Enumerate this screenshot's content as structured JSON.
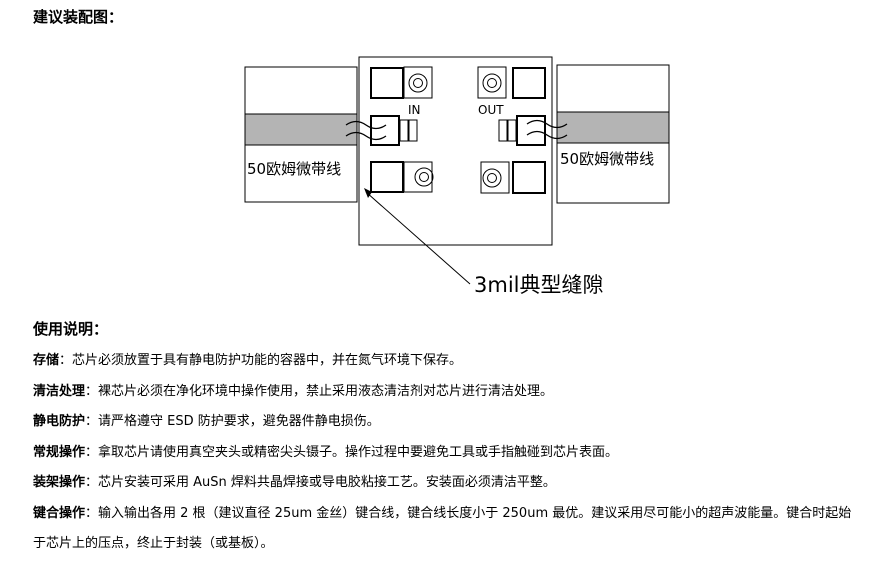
{
  "heading_assembly": "建议装配图：",
  "heading_usage": "使用说明：",
  "diagram": {
    "in_label": "IN",
    "out_label": "OUT",
    "microstrip_left": "50欧姆微带线",
    "microstrip_right": "50欧姆微带线",
    "gap_label": "3mil典型缝隙"
  },
  "notes": [
    {
      "key": "存储",
      "text": "：芯片必须放置于具有静电防护功能的容器中，并在氮气环境下保存。"
    },
    {
      "key": "清洁处理",
      "text": "：裸芯片必须在净化环境中操作使用，禁止采用液态清洁剂对芯片进行清洁处理。"
    },
    {
      "key": "静电防护",
      "text": "：请严格遵守 ESD 防护要求，避免器件静电损伤。"
    },
    {
      "key": "常规操作",
      "text": "：拿取芯片请使用真空夹头或精密尖头镊子。操作过程中要避免工具或手指触碰到芯片表面。"
    },
    {
      "key": "装架操作",
      "text": "：芯片安装可采用 AuSn 焊料共晶焊接或导电胶粘接工艺。安装面必须清洁平整。"
    },
    {
      "key": "键合操作",
      "text": "：输入输出各用 2 根（建议直径 25um 金丝）键合线，键合线长度小于 250um 最优。建议采用尽可能小的超声波能量。键合时起始于芯片上的压点，终止于封装（或基板）。"
    }
  ]
}
